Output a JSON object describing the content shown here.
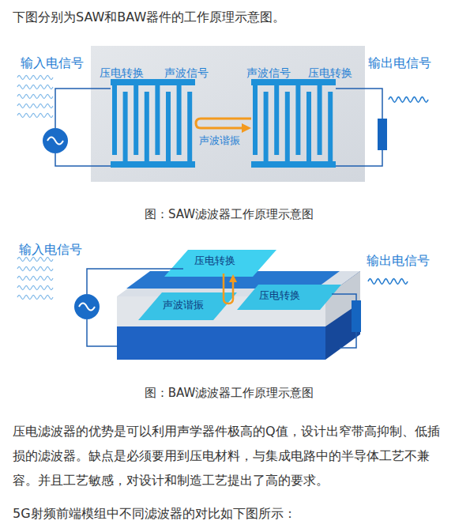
{
  "diagram": {
    "labels": [
      "下图分别为SAW和BAW器件的工作原理示意图。",
      "输入电信号",
      "压电转换",
      "声波信号",
      "声波信号",
      "压电转换",
      "输出电信号",
      "声波谐振",
      "图：SAW滤波器工作原理示意图",
      "输入电信号",
      "压电转换",
      "声波谐振",
      "压电转换",
      "输出电信号",
      "图：BAW滤波器工作原理示意图",
      "压电滤波器的优势是可以利用声学器件极高的Q值，设计出窄带高抑制、低插损的滤波器。缺点是必须要用到压电材料，与集成电路中的半导体工艺不兼容。并且工艺敏感，对设计和制造工艺提出了高的要求。",
      "5G射频前端模组中不同滤波器的对比如下图所示："
    ]
  }
}
